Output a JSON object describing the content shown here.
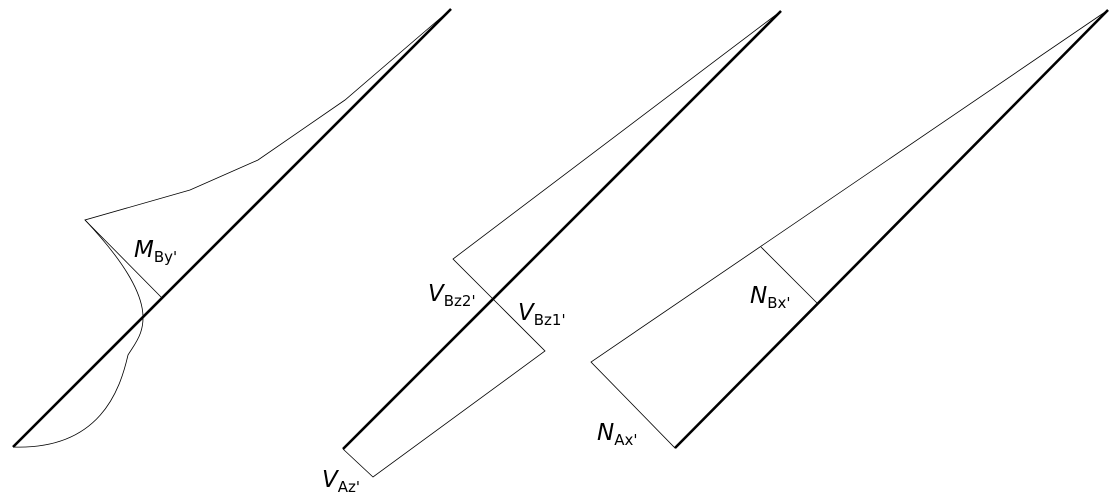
{
  "diagrams": [
    {
      "id": "moment",
      "label": {
        "main": "M",
        "sub": "By'"
      }
    },
    {
      "id": "shear",
      "labels": [
        {
          "main": "V",
          "sub": "Bz2'"
        },
        {
          "main": "V",
          "sub": "Bz1'"
        },
        {
          "main": "V",
          "sub": "Az'"
        }
      ]
    },
    {
      "id": "normal",
      "labels": [
        {
          "main": "N",
          "sub": "Bx'"
        },
        {
          "main": "N",
          "sub": "Ax'"
        }
      ]
    }
  ]
}
